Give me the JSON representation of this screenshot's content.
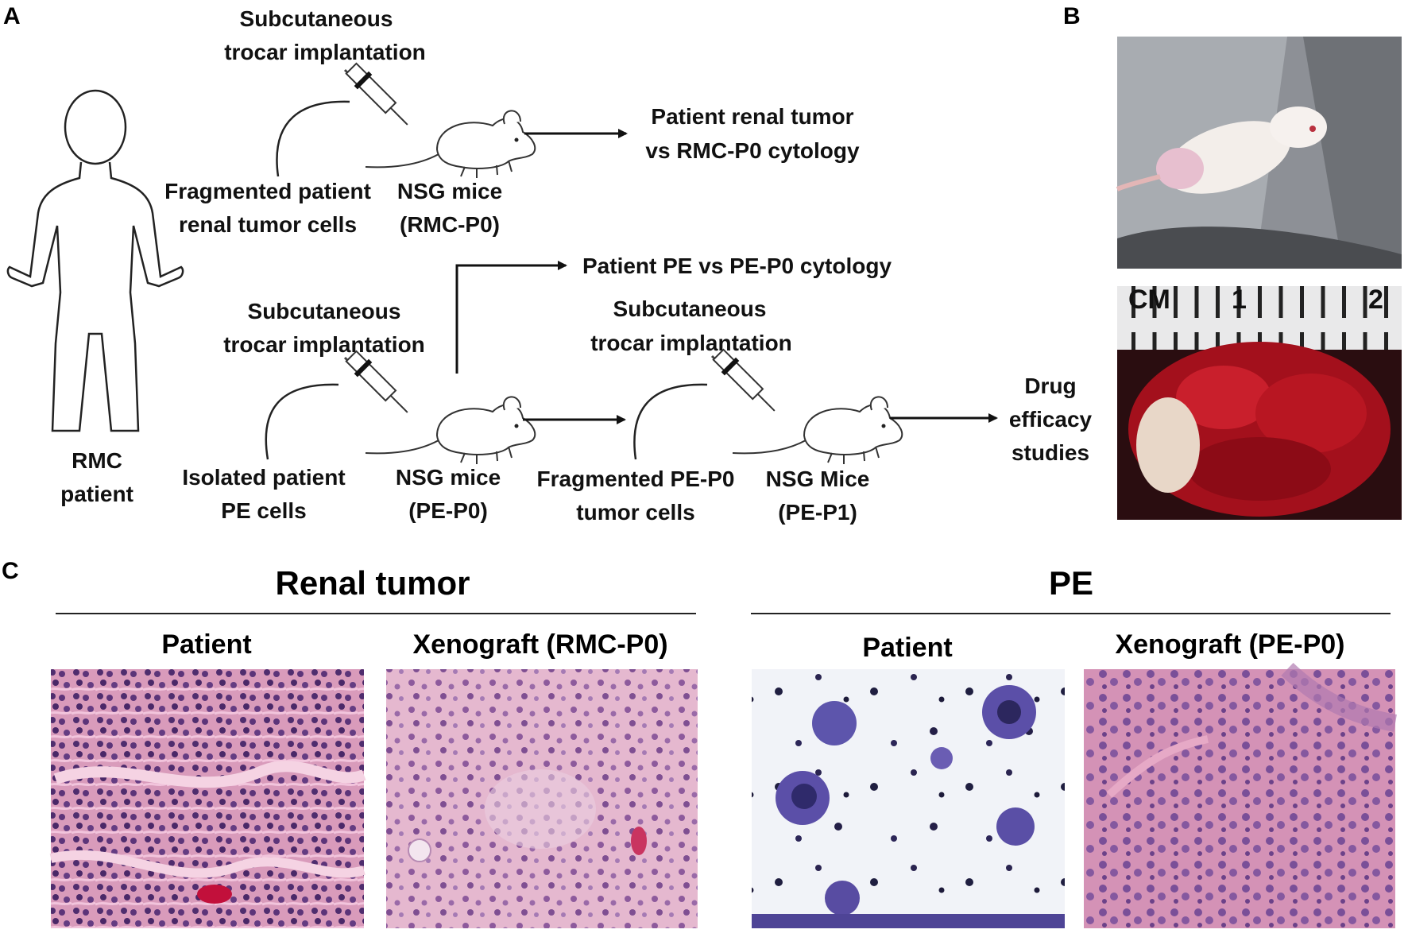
{
  "panels": {
    "a": "A",
    "b": "B",
    "c": "C"
  },
  "patient": {
    "line1": "RMC",
    "line2": "patient"
  },
  "row1": {
    "implant": [
      "Subcutaneous",
      "trocar implantation"
    ],
    "source": [
      "Fragmented patient",
      "renal tumor cells"
    ],
    "mice": [
      "NSG mice",
      "(RMC-P0)"
    ],
    "outcome": [
      "Patient renal tumor",
      "vs RMC-P0 cytology"
    ]
  },
  "row2": {
    "cytology": "Patient PE vs PE-P0 cytology",
    "implant1": [
      "Subcutaneous",
      "trocar implantation"
    ],
    "source1": [
      "Isolated patient",
      "PE cells"
    ],
    "mice1": [
      "NSG mice",
      "(PE-P0)"
    ],
    "implant2": [
      "Subcutaneous",
      "trocar implantation"
    ],
    "source2": [
      "Fragmented PE-P0",
      "tumor cells"
    ],
    "mice2": [
      "NSG Mice",
      "(PE-P1)"
    ],
    "outcome": [
      "Drug",
      "efficacy",
      "studies"
    ]
  },
  "ruler": {
    "unit": "CM",
    "mark1": "1",
    "mark2": "2"
  },
  "histology": {
    "renal_title": "Renal tumor",
    "pe_title": "PE",
    "panels": [
      "Patient",
      "Xenograft (RMC-P0)",
      "Patient",
      "Xenograft (PE-P0)"
    ]
  }
}
